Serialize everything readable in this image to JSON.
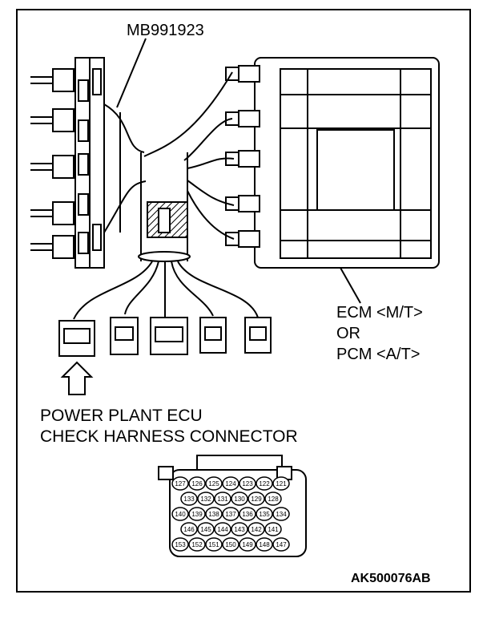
{
  "labels": {
    "tool": "MB991923",
    "ecm_line1": "ECM <M/T>",
    "ecm_line2": "OR",
    "ecm_line3": "PCM <A/T>",
    "connector_line1": "POWER PLANT ECU",
    "connector_line2": "CHECK HARNESS CONNECTOR",
    "figure_id": "AK500076AB"
  },
  "pins": {
    "row1": [
      "127",
      "126",
      "125",
      "124",
      "123",
      "122",
      "121"
    ],
    "row2": [
      "133",
      "132",
      "131",
      "130",
      "129",
      "128"
    ],
    "row3": [
      "140",
      "139",
      "138",
      "137",
      "136",
      "135",
      "134"
    ],
    "row4": [
      "146",
      "145",
      "144",
      "143",
      "142",
      "141"
    ],
    "row5": [
      "153",
      "152",
      "151",
      "150",
      "149",
      "148",
      "147"
    ]
  },
  "colors": {
    "line": "#000000",
    "background": "#ffffff"
  }
}
